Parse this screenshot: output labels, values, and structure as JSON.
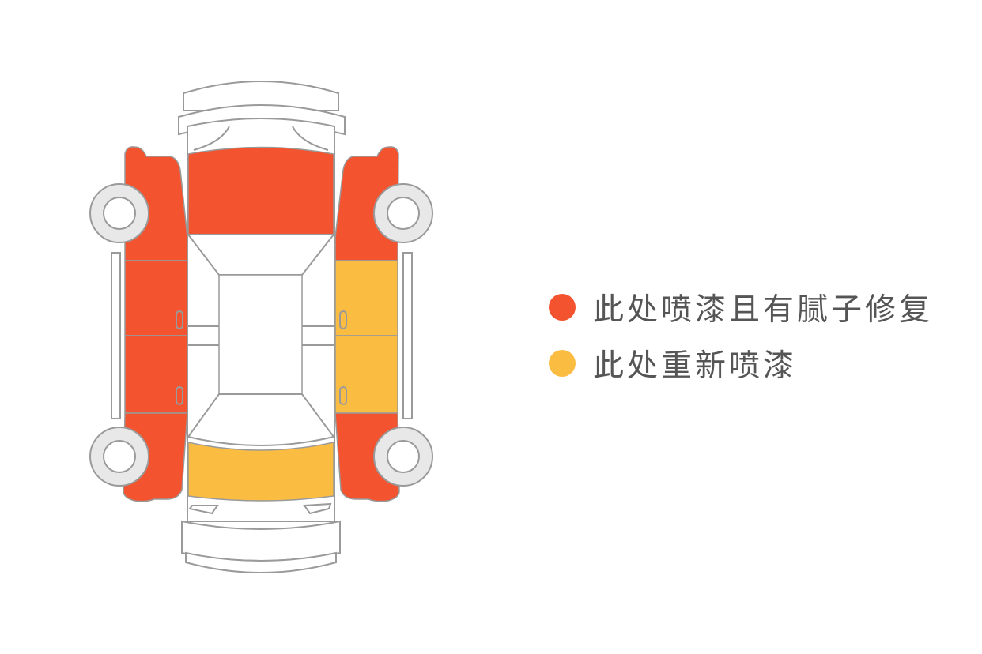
{
  "legend": [
    {
      "key": "putty_repaint",
      "label": "此处喷漆且有腻子修复",
      "color": "#F4532F"
    },
    {
      "key": "repaint",
      "label": "此处重新喷漆",
      "color": "#FBBC42"
    }
  ],
  "panels": {
    "hood": "putty_repaint",
    "trunk": "repaint",
    "left_front_fender": "putty_repaint",
    "left_front_door": "putty_repaint",
    "left_rear_door": "putty_repaint",
    "left_rear_fender": "putty_repaint",
    "right_front_fender": "putty_repaint",
    "right_front_door": "repaint",
    "right_rear_door": "repaint",
    "right_rear_fender": "putty_repaint",
    "roof": "none"
  }
}
